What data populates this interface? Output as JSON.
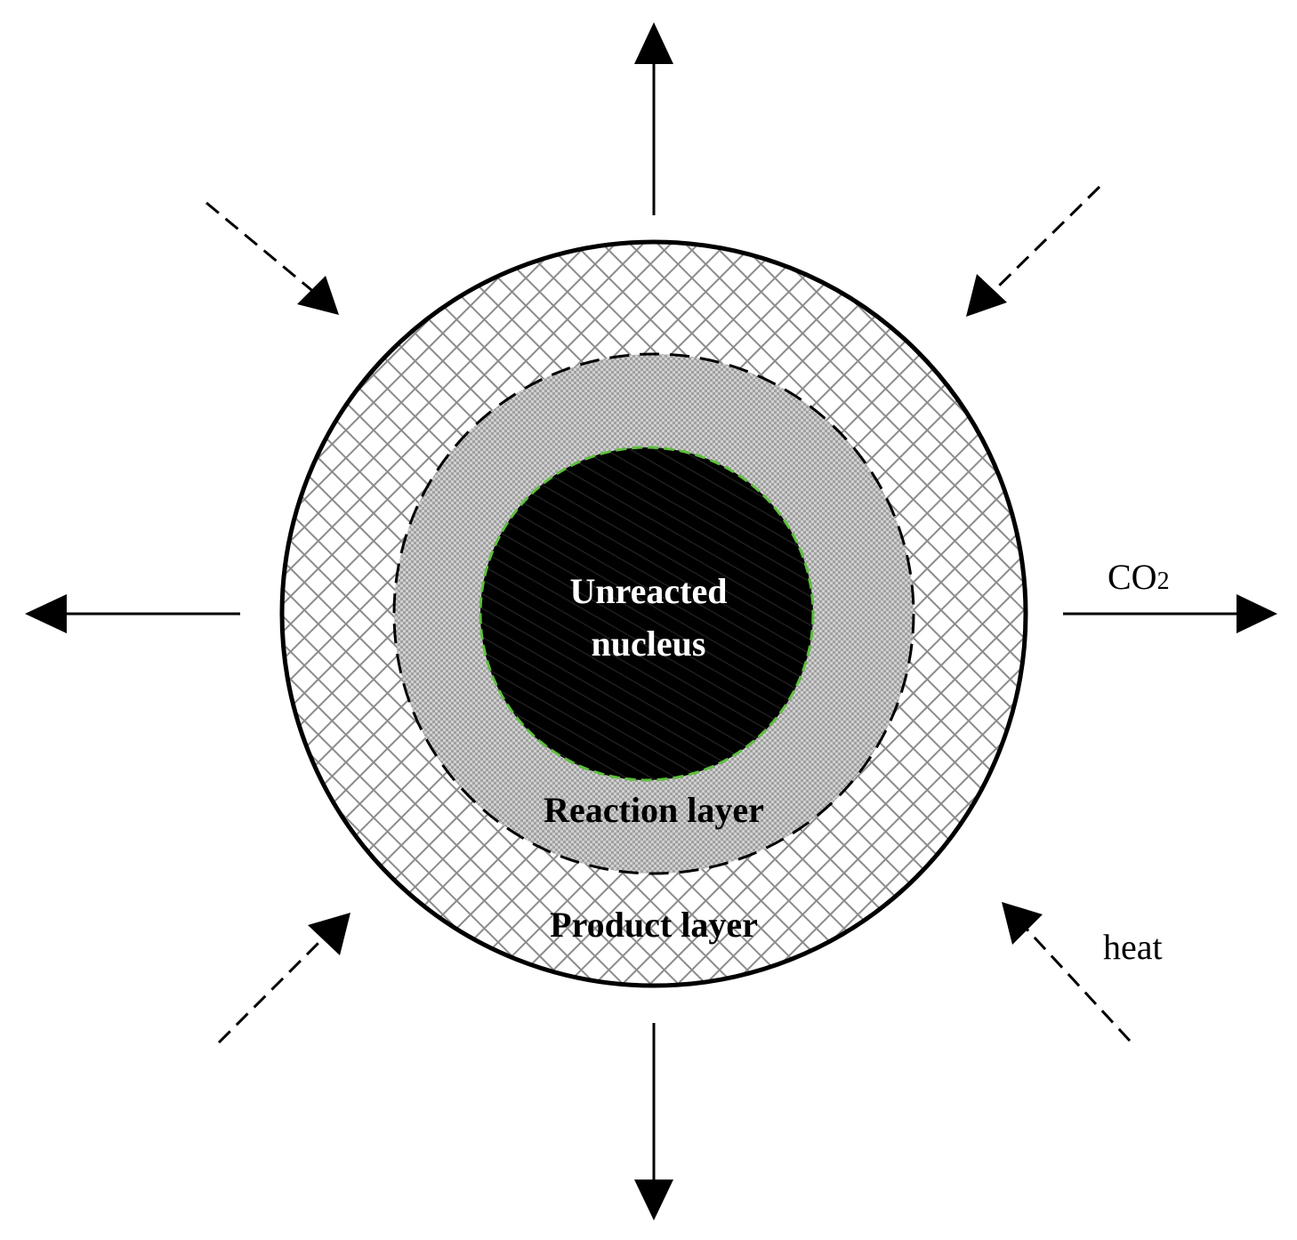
{
  "labels": {
    "core_line1": "Unreacted",
    "core_line2": "nucleus",
    "reaction_layer": "Reaction layer",
    "product_layer": "Product layer",
    "gas_co2_main": "CO",
    "gas_co2_sub": "2",
    "heat": "heat"
  },
  "colors": {
    "core": "#000000",
    "core_border": "#5fbf3f",
    "reaction_layer_fill": "#b8b8b8",
    "product_layer_grid": "#8c8c8c",
    "outline": "#000000",
    "background": "#ffffff"
  },
  "arrows": {
    "solid_outward": [
      "up",
      "down",
      "left",
      "right"
    ],
    "dashed_inward": [
      "from-top-left",
      "from-top-right",
      "from-bottom-left",
      "from-bottom-right"
    ]
  }
}
